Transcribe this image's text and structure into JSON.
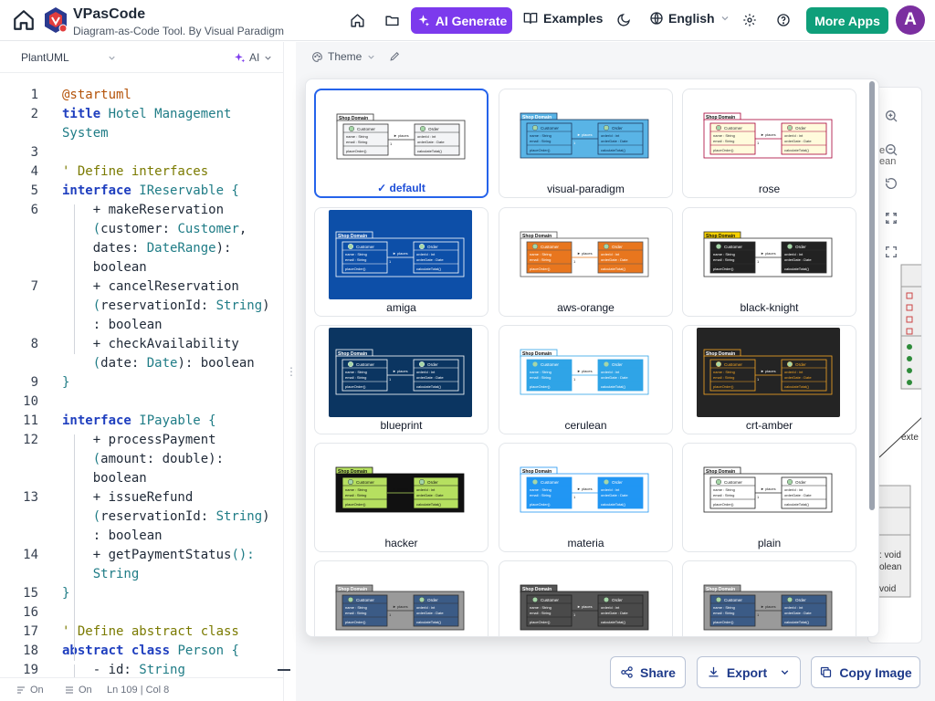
{
  "app": {
    "title": "VPasCode",
    "subtitle": "Diagram-as-Code Tool. By Visual Paradigm"
  },
  "topbar": {
    "ai_generate": "AI Generate",
    "examples": "Examples",
    "language": "English",
    "more_apps": "More Apps",
    "avatar_initial": "A",
    "colors": {
      "ai": "#7c3aed",
      "more_apps": "#0f9f7a",
      "avatar": "#7b2fa0"
    }
  },
  "editor": {
    "language": "PlantUML",
    "ai_menu": "AI",
    "status": {
      "wrap": "On",
      "minimap": "On",
      "position": "Ln 109 | Col 8"
    },
    "lines": [
      {
        "n": "1",
        "tokens": [
          [
            "@startuml",
            "dir"
          ]
        ]
      },
      {
        "n": "2",
        "tokens": [
          [
            "title",
            "kw"
          ],
          [
            " Hotel Management",
            "id"
          ]
        ]
      },
      {
        "n": "",
        "tokens": [
          [
            "System",
            "id"
          ]
        ]
      },
      {
        "n": "3",
        "tokens": []
      },
      {
        "n": "4",
        "tokens": [
          [
            "' Define interfaces",
            "cm"
          ]
        ]
      },
      {
        "n": "5",
        "tokens": [
          [
            "interface",
            "kw"
          ],
          [
            " IReservable {",
            "id"
          ]
        ]
      },
      {
        "n": "6",
        "tokens": [
          [
            "    + makeReservation",
            "pl"
          ]
        ]
      },
      {
        "n": "",
        "tokens": [
          [
            "    (",
            "pn"
          ],
          [
            "customer: ",
            "pl"
          ],
          [
            "Customer",
            "ty"
          ],
          [
            ",",
            "pl"
          ]
        ]
      },
      {
        "n": "",
        "tokens": [
          [
            "    dates: ",
            "pl"
          ],
          [
            "DateRange",
            "ty"
          ],
          [
            "):",
            "pl"
          ]
        ]
      },
      {
        "n": "",
        "tokens": [
          [
            "    boolean",
            "pl"
          ]
        ]
      },
      {
        "n": "7",
        "tokens": [
          [
            "    + cancelReservation",
            "pl"
          ]
        ]
      },
      {
        "n": "",
        "tokens": [
          [
            "    (",
            "pn"
          ],
          [
            "reservationId: ",
            "pl"
          ],
          [
            "String",
            "ty"
          ],
          [
            ")",
            "pl"
          ]
        ]
      },
      {
        "n": "",
        "tokens": [
          [
            "    : boolean",
            "pl"
          ]
        ]
      },
      {
        "n": "8",
        "tokens": [
          [
            "    + checkAvailability",
            "pl"
          ]
        ]
      },
      {
        "n": "",
        "tokens": [
          [
            "    (",
            "pn"
          ],
          [
            "date: ",
            "pl"
          ],
          [
            "Date",
            "ty"
          ],
          [
            "): boolean",
            "pl"
          ]
        ]
      },
      {
        "n": "9",
        "tokens": [
          [
            "}",
            "id"
          ]
        ]
      },
      {
        "n": "10",
        "tokens": []
      },
      {
        "n": "11",
        "tokens": [
          [
            "interface",
            "kw"
          ],
          [
            " IPayable {",
            "id"
          ]
        ]
      },
      {
        "n": "12",
        "tokens": [
          [
            "    + processPayment",
            "pl"
          ]
        ]
      },
      {
        "n": "",
        "tokens": [
          [
            "    (",
            "pn"
          ],
          [
            "amount: double):",
            "pl"
          ]
        ]
      },
      {
        "n": "",
        "tokens": [
          [
            "    boolean",
            "pl"
          ]
        ]
      },
      {
        "n": "13",
        "tokens": [
          [
            "    + issueRefund",
            "pl"
          ]
        ]
      },
      {
        "n": "",
        "tokens": [
          [
            "    (",
            "pn"
          ],
          [
            "reservationId: ",
            "pl"
          ],
          [
            "String",
            "ty"
          ],
          [
            ")",
            "pl"
          ]
        ]
      },
      {
        "n": "",
        "tokens": [
          [
            "    : boolean",
            "pl"
          ]
        ]
      },
      {
        "n": "14",
        "tokens": [
          [
            "    + getPaymentStatus",
            "pl"
          ],
          [
            "():",
            "pn"
          ]
        ]
      },
      {
        "n": "",
        "tokens": [
          [
            "    String",
            "ty"
          ]
        ]
      },
      {
        "n": "15",
        "tokens": [
          [
            "}",
            "id"
          ]
        ]
      },
      {
        "n": "16",
        "tokens": []
      },
      {
        "n": "17",
        "tokens": [
          [
            "' Define abstract class",
            "cm"
          ]
        ]
      },
      {
        "n": "18",
        "tokens": [
          [
            "abstract class",
            "kw"
          ],
          [
            " Person {",
            "id"
          ]
        ]
      },
      {
        "n": "19",
        "tokens": [
          [
            "    - id: ",
            "pl"
          ],
          [
            "String",
            "ty"
          ]
        ]
      }
    ]
  },
  "preview": {
    "theme_button": "Theme",
    "diagram_side_text": [
      "e",
      "ean",
      "exte",
      ": void",
      "olean",
      "void"
    ]
  },
  "themes": {
    "selected_prefix": "✓",
    "thumb_texts": {
      "package": "Shop Domain",
      "class_a": "Customer",
      "class_b": "Order",
      "attr_a1": "name : String",
      "attr_a2": "email : String",
      "op_a": "placeOrder()",
      "attr_b1": "orderId : int",
      "attr_b2": "orderDate : Date",
      "op_b": "calculateTotal()",
      "edge": "places",
      "mult": "1"
    },
    "items": [
      {
        "name": "default",
        "selected": true,
        "bg": "#ffffff",
        "pkg": "#ffffff",
        "pkgTab": "#ffffff",
        "cls": "#f3f4f6",
        "clsHead": "#ffffff",
        "stroke": "#333333",
        "text": "#222222",
        "edge": "#333333"
      },
      {
        "name": "visual-paradigm",
        "selected": false,
        "bg": "#ffffff",
        "pkg": "#59b4e6",
        "pkgTab": "#59b4e6",
        "cls": "#59b4e6",
        "clsHead": "#59b4e6",
        "stroke": "#1e3a5f",
        "text": "#0b2545",
        "edge": "#1e3a5f"
      },
      {
        "name": "rose",
        "selected": false,
        "bg": "#ffffff",
        "pkg": "#ffffff",
        "pkgTab": "#ffffff",
        "cls": "#fffbdc",
        "clsHead": "#fffbdc",
        "stroke": "#a80036",
        "text": "#333333",
        "edge": "#a80036"
      },
      {
        "name": "amiga",
        "selected": false,
        "bg": "#0d4fa8",
        "pkg": "#0d4fa8",
        "pkgTab": "#0d4fa8",
        "cls": "#0d4fa8",
        "clsHead": "#0d4fa8",
        "stroke": "#ffffff",
        "text": "#ffffff",
        "edge": "#ffffff"
      },
      {
        "name": "aws-orange",
        "selected": false,
        "bg": "#ffffff",
        "pkg": "#ffffff",
        "pkgTab": "#ffffff",
        "cls": "#e8761e",
        "clsHead": "#e8761e",
        "stroke": "#555555",
        "text": "#ffffff",
        "edge": "#e8761e"
      },
      {
        "name": "black-knight",
        "selected": false,
        "bg": "#ffffff",
        "pkg": "#ffffff",
        "pkgTab": "#f5d000",
        "cls": "#222222",
        "clsHead": "#222222",
        "stroke": "#333333",
        "text": "#ffffff",
        "edge": "#333333"
      },
      {
        "name": "blueprint",
        "selected": false,
        "bg": "#0b3561",
        "pkg": "#0b3561",
        "pkgTab": "#0b3561",
        "cls": "#0b3561",
        "clsHead": "#0b3561",
        "stroke": "#ffffff",
        "text": "#ffffff",
        "edge": "#ffffff"
      },
      {
        "name": "cerulean",
        "selected": false,
        "bg": "#ffffff",
        "pkg": "#ffffff",
        "pkgTab": "#ffffff",
        "cls": "#2fa4e7",
        "clsHead": "#2fa4e7",
        "stroke": "#2fa4e7",
        "text": "#ffffff",
        "edge": "#2fa4e7"
      },
      {
        "name": "crt-amber",
        "selected": false,
        "bg": "#242424",
        "pkg": "#242424",
        "pkgTab": "#242424",
        "cls": "#242424",
        "clsHead": "#242424",
        "stroke": "#f5a623",
        "text": "#f5a623",
        "edge": "#f5a623"
      },
      {
        "name": "hacker",
        "selected": false,
        "bg": "#ffffff",
        "pkg": "#111111",
        "pkgTab": "#b6e060",
        "cls": "#b6e060",
        "clsHead": "#b6e060",
        "stroke": "#111111",
        "text": "#111111",
        "edge": "#b6e060"
      },
      {
        "name": "materia",
        "selected": false,
        "bg": "#ffffff",
        "pkg": "#ffffff",
        "pkgTab": "#ffffff",
        "cls": "#2196f3",
        "clsHead": "#2196f3",
        "stroke": "#2196f3",
        "text": "#ffffff",
        "edge": "#2196f3"
      },
      {
        "name": "plain",
        "selected": false,
        "bg": "#ffffff",
        "pkg": "#ffffff",
        "pkgTab": "#ffffff",
        "cls": "#ffffff",
        "clsHead": "#ffffff",
        "stroke": "#222222",
        "text": "#222222",
        "edge": "#222222"
      },
      {
        "name": "",
        "selected": false,
        "bg": "#ffffff",
        "pkg": "#9a9a9a",
        "pkgTab": "#9a9a9a",
        "cls": "#3b5b86",
        "clsHead": "#3b5b86",
        "stroke": "#333333",
        "text": "#ffffff",
        "edge": "#333333"
      },
      {
        "name": "",
        "selected": false,
        "bg": "#ffffff",
        "pkg": "#555555",
        "pkgTab": "#555555",
        "cls": "#4a4a4a",
        "clsHead": "#4a4a4a",
        "stroke": "#222222",
        "text": "#ffffff",
        "edge": "#222222"
      },
      {
        "name": "",
        "selected": false,
        "bg": "#ffffff",
        "pkg": "#9a9a9a",
        "pkgTab": "#9a9a9a",
        "cls": "#3b5b86",
        "clsHead": "#3b5b86",
        "stroke": "#333333",
        "text": "#ffffff",
        "edge": "#333333"
      }
    ]
  },
  "actions": {
    "share": "Share",
    "export": "Export",
    "copy_image": "Copy Image"
  }
}
